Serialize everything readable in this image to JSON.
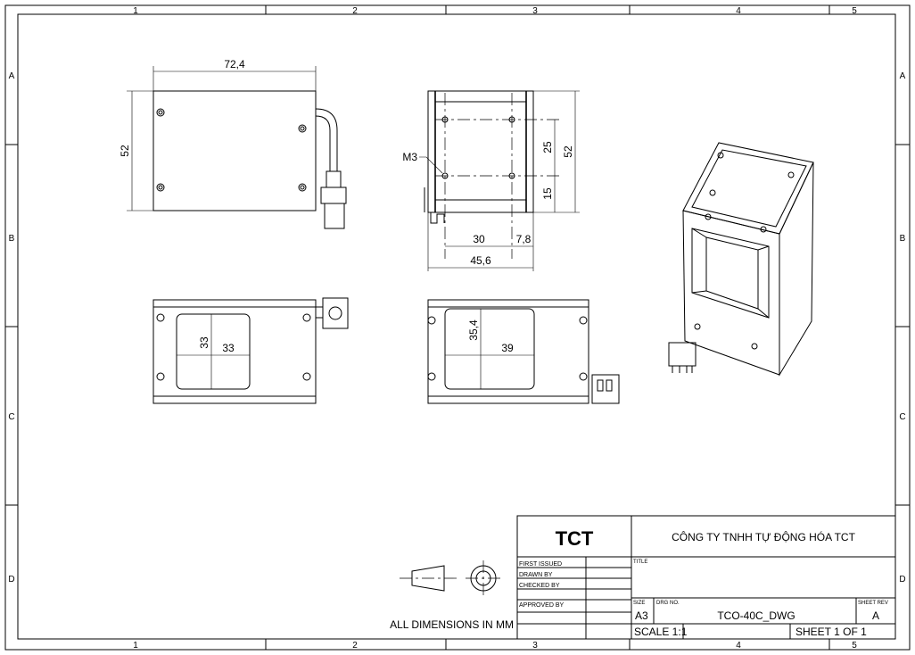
{
  "zones": {
    "columns": [
      "1",
      "2",
      "3",
      "4",
      "5"
    ],
    "rows": [
      "A",
      "B",
      "C",
      "D"
    ]
  },
  "views": {
    "side": {
      "width_dim": "72,4",
      "height_dim": "52"
    },
    "front": {
      "thread_label": "M3",
      "dim_25": "25",
      "dim_15": "15",
      "dim_52": "52",
      "dim_30": "30",
      "dim_7_8": "7,8",
      "dim_45_6": "45,6"
    },
    "bottom_left": {
      "win_h": "33",
      "win_w": "33"
    },
    "bottom_right": {
      "win_h": "35,4",
      "win_w": "39"
    }
  },
  "note": "ALL DIMENSIONS IN MM",
  "title_block": {
    "logo": "TCT",
    "company": "CÔNG TY TNHH TỰ ĐỘNG HÓA TCT",
    "first_issued": "FIRST ISSUED",
    "drawn_by": "DRAWN BY",
    "checked_by": "CHECKED BY",
    "approved_by": "APPROVED BY",
    "title_label": "TITLE",
    "size_label": "SIZE",
    "size": "A3",
    "drg_label": "DRG NO.",
    "drg_no": "TCO-40C_DWG",
    "rev_label": "SHEET REV",
    "rev": "A",
    "scale": "SCALE 1:1",
    "sheet": "SHEET 1 OF 1"
  }
}
